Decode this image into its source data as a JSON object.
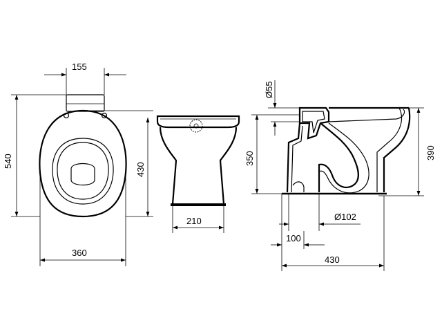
{
  "dimensions": {
    "seat_fixing_spacing": "155",
    "total_length": "540",
    "bowl_length": "430",
    "total_width": "360",
    "base_width": "210",
    "inlet_diameter": "Ø55",
    "inlet_height": "350",
    "total_height": "390",
    "outlet_diameter": "Ø102",
    "outlet_offset": "100",
    "side_depth": "430"
  }
}
